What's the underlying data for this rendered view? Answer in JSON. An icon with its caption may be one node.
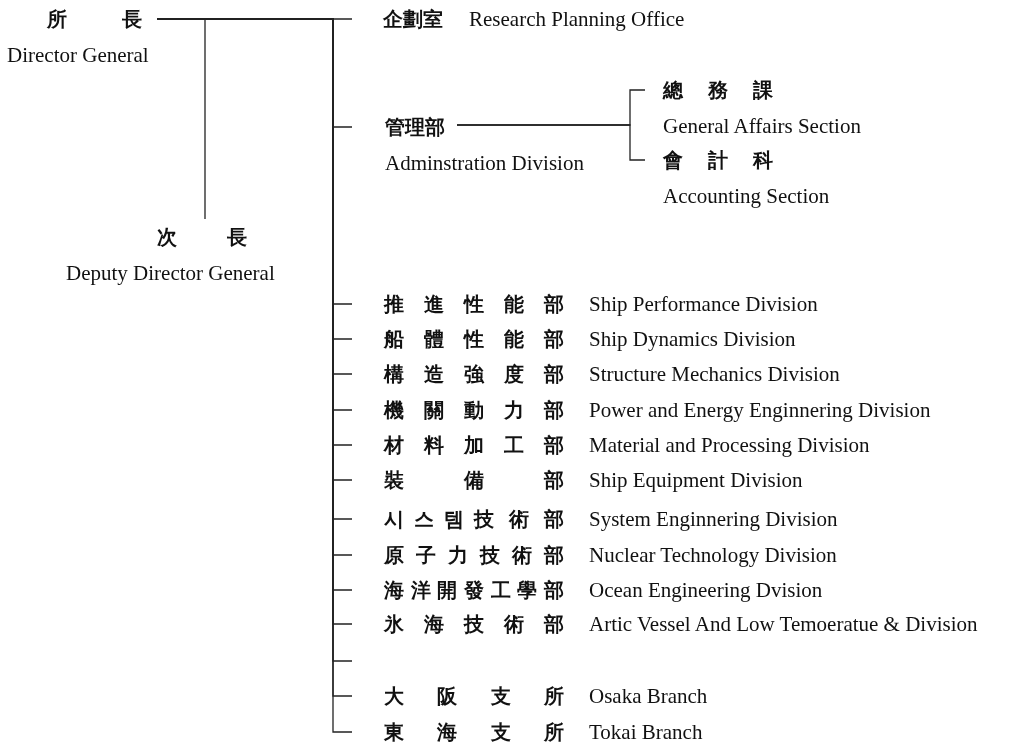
{
  "diagram": {
    "nodes": [
      {
        "text": [
          "所 長",
          "Director General"
        ]
      },
      {
        "text": [
          "次 長",
          "Deputy Director General"
        ]
      },
      {
        "text": [
          "企劃室",
          "Research Planning Office"
        ]
      },
      {
        "text": [
          "管理部",
          "Adminstration Division"
        ]
      },
      {
        "text": [
          "總 務 課",
          "General Affairs Section"
        ]
      },
      {
        "text": [
          "會 計 科",
          "Accounting Section"
        ]
      },
      {
        "text": [
          "推 進 性 能 部",
          "Ship Performance Division"
        ]
      },
      {
        "text": [
          "船 體 性 能 部",
          "Ship Dynamics Division"
        ]
      },
      {
        "text": [
          "構 造 強 度 部",
          "Structure Mechanics Division"
        ]
      },
      {
        "text": [
          "機 關 動 力 部",
          "Power and Energy Enginnering Division"
        ]
      },
      {
        "text": [
          "材 料 加 工 部",
          "Material and Processing Division"
        ]
      },
      {
        "text": [
          "裝 備 部",
          "Ship Equipment Division"
        ]
      },
      {
        "text": [
          "시 스 템 技 術 部",
          "System Enginnering Division"
        ]
      },
      {
        "text": [
          "原 子 力 技 術 部",
          "Nuclear Technology Division"
        ]
      },
      {
        "text": [
          "海洋開發工學部",
          "Ocean Engineering Dvision"
        ]
      },
      {
        "text": [
          "氷 海 技 術 部",
          "Artic Vessel And Low Temoeratue & Division"
        ]
      },
      {
        "text": [
          "大 阪 支 所",
          "Osaka Branch"
        ]
      },
      {
        "text": [
          "東 海 支 所",
          "Tokai Branch"
        ]
      }
    ],
    "edges": [
      {
        "from": 0,
        "to": 2,
        "arrow": "none"
      },
      {
        "from": 0,
        "to": 1,
        "arrow": "none"
      },
      {
        "from": 0,
        "to": 3,
        "arrow": "none"
      },
      {
        "from": 3,
        "to": 4,
        "arrow": "none"
      },
      {
        "from": 3,
        "to": 5,
        "arrow": "none"
      },
      {
        "from": 0,
        "to": 6,
        "arrow": "none"
      },
      {
        "from": 0,
        "to": 7,
        "arrow": "none"
      },
      {
        "from": 0,
        "to": 8,
        "arrow": "none"
      },
      {
        "from": 0,
        "to": 9,
        "arrow": "none"
      },
      {
        "from": 0,
        "to": 10,
        "arrow": "none"
      },
      {
        "from": 0,
        "to": 11,
        "arrow": "none"
      },
      {
        "from": 0,
        "to": 12,
        "arrow": "none"
      },
      {
        "from": 0,
        "to": 13,
        "arrow": "none"
      },
      {
        "from": 0,
        "to": 14,
        "arrow": "none"
      },
      {
        "from": 0,
        "to": 15,
        "arrow": "none"
      },
      {
        "from": 0,
        "to": null,
        "arrow": "none"
      },
      {
        "from": 0,
        "to": 16,
        "arrow": "none"
      },
      {
        "from": 0,
        "to": 17,
        "arrow": "none"
      }
    ]
  }
}
